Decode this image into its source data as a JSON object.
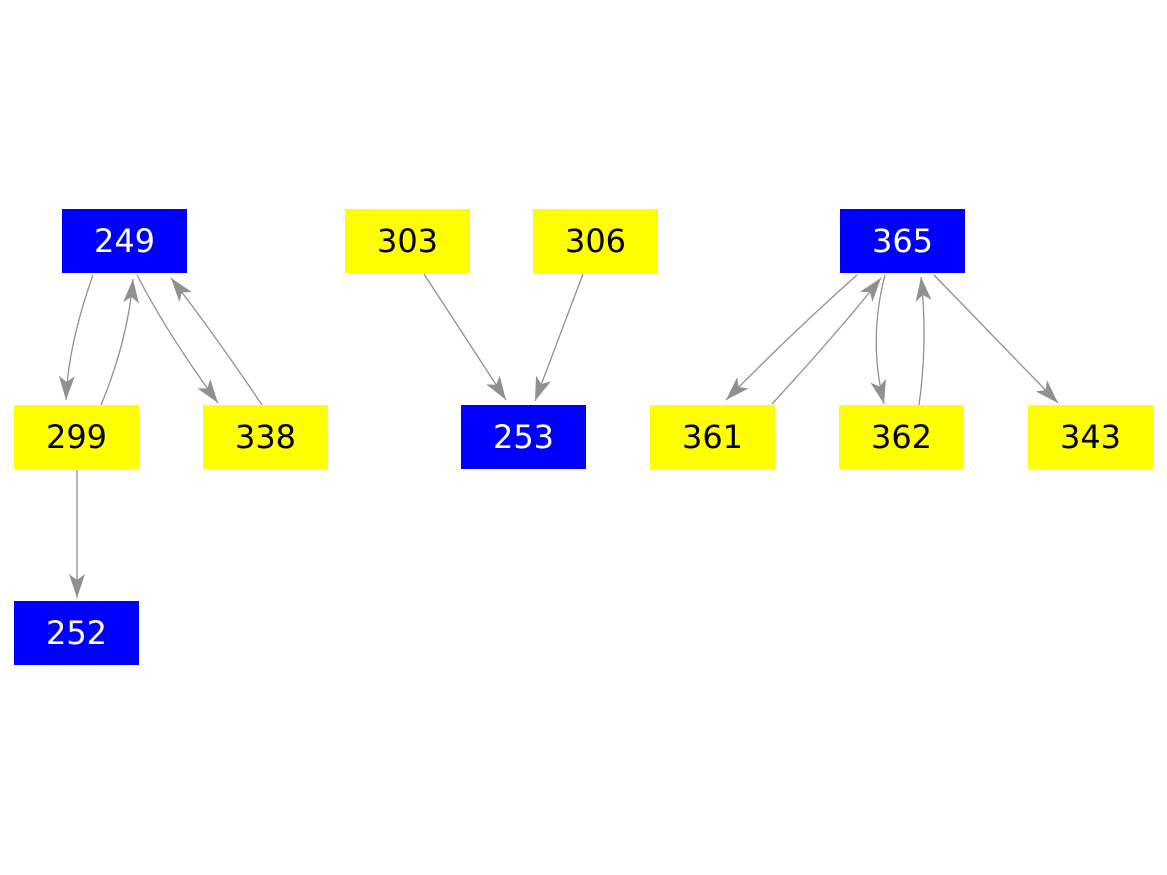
{
  "colors": {
    "background": "#ffffff",
    "node_blue": "#0000ff",
    "node_yellow": "#ffff00",
    "edge": "#909090",
    "text_on_blue": "#ffffff",
    "text_on_yellow": "#000000"
  },
  "nodes": [
    {
      "id": "249",
      "label": "249",
      "color": "blue"
    },
    {
      "id": "303",
      "label": "303",
      "color": "yellow"
    },
    {
      "id": "306",
      "label": "306",
      "color": "yellow"
    },
    {
      "id": "365",
      "label": "365",
      "color": "blue"
    },
    {
      "id": "299",
      "label": "299",
      "color": "yellow"
    },
    {
      "id": "338",
      "label": "338",
      "color": "yellow"
    },
    {
      "id": "253",
      "label": "253",
      "color": "blue"
    },
    {
      "id": "361",
      "label": "361",
      "color": "yellow"
    },
    {
      "id": "362",
      "label": "362",
      "color": "yellow"
    },
    {
      "id": "343",
      "label": "343",
      "color": "yellow"
    },
    {
      "id": "252",
      "label": "252",
      "color": "blue"
    }
  ],
  "edges": [
    {
      "from": "249",
      "to": "299"
    },
    {
      "from": "299",
      "to": "249"
    },
    {
      "from": "249",
      "to": "338"
    },
    {
      "from": "338",
      "to": "249"
    },
    {
      "from": "303",
      "to": "253"
    },
    {
      "from": "306",
      "to": "253"
    },
    {
      "from": "365",
      "to": "361"
    },
    {
      "from": "361",
      "to": "365"
    },
    {
      "from": "365",
      "to": "362"
    },
    {
      "from": "362",
      "to": "365"
    },
    {
      "from": "365",
      "to": "343"
    },
    {
      "from": "299",
      "to": "252"
    }
  ]
}
